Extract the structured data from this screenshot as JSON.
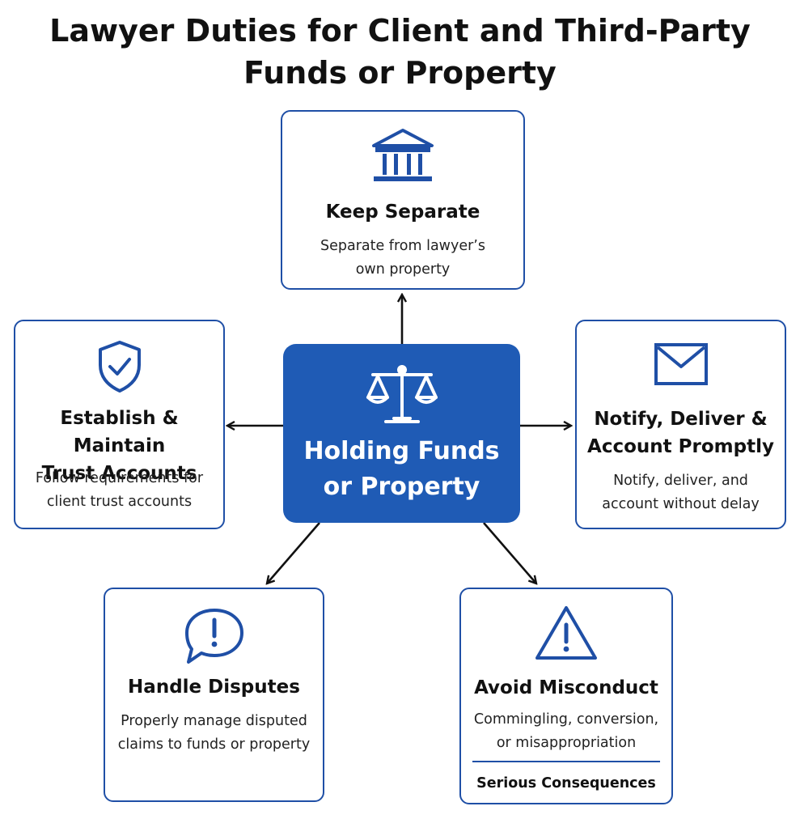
{
  "title": {
    "line1": "Lawyer Duties for Client and Third-Party",
    "line2": "Funds or Property"
  },
  "center": {
    "line1": "Holding Funds",
    "line2": "or Property",
    "icon": "scales-icon"
  },
  "cards": {
    "top": {
      "heading": "Keep Separate",
      "desc_line1": "Separate from lawyer’s",
      "desc_line2": "own property",
      "icon": "bank-building-icon"
    },
    "left": {
      "heading_line1": "Establish & Maintain",
      "heading_line2": "Trust Accounts",
      "desc_line1": "Follow requirements for",
      "desc_line2": "client trust accounts",
      "icon": "shield-check-icon"
    },
    "right": {
      "heading_line1": "Notify, Deliver &",
      "heading_line2": "Account Promptly",
      "desc_line1": "Notify, deliver, and",
      "desc_line2": "account without delay",
      "icon": "envelope-icon"
    },
    "bottom_left": {
      "heading": "Handle Disputes",
      "desc_line1": "Properly manage disputed",
      "desc_line2": "claims to funds or property",
      "icon": "speech-bubble-alert-icon"
    },
    "bottom_right": {
      "heading": "Avoid Misconduct",
      "desc_line1": "Commingling, conversion,",
      "desc_line2": "or misappropriation",
      "callout": "Serious Consequences",
      "icon": "warning-triangle-icon"
    }
  },
  "colors": {
    "accent": "#1f5bb5",
    "border": "#1f4fa6",
    "text": "#111111",
    "arrow": "#111111"
  }
}
